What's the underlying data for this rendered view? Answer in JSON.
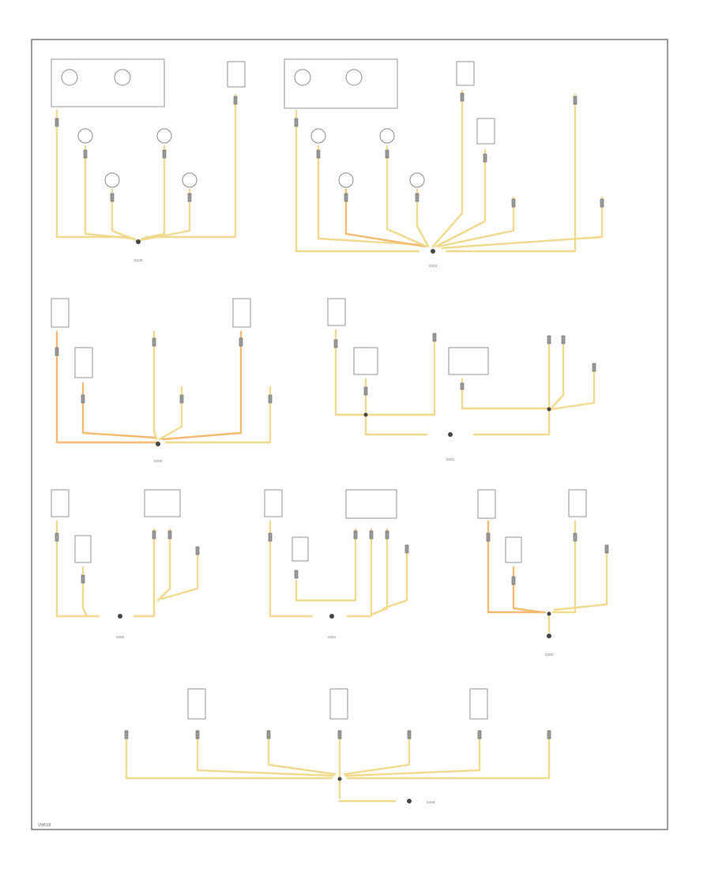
{
  "diagram": {
    "labels": {
      "g1": "G100",
      "g2": "G101",
      "g3": "G200",
      "g4": "G201",
      "g5": "G300",
      "g6": "G301",
      "g7": "G302",
      "g8": "G400"
    },
    "footer_code": "VW018"
  }
}
